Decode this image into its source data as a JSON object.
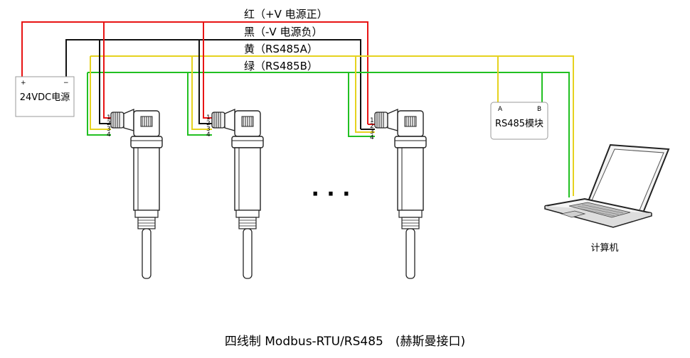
{
  "legend": {
    "red": "红（+V 电源正）",
    "black": "黑（-V 电源负）",
    "yellow": "黄（RS485A）",
    "green": "绿（RS485B）"
  },
  "power_supply": {
    "label": "24VDC电源",
    "plus": "+",
    "minus": "−"
  },
  "rs485_module": {
    "label": "RS485模块",
    "a": "A",
    "b": "B"
  },
  "computer": {
    "label": "计算机"
  },
  "pins": [
    "1",
    "2",
    "3",
    "4"
  ],
  "ellipsis": "· · ·",
  "caption": "四线制 Modbus-RTU/RS485　(赫斯曼接口)",
  "colors": {
    "red": "#e81414",
    "black": "#111111",
    "yellow": "#e6d21e",
    "green": "#22c022"
  }
}
